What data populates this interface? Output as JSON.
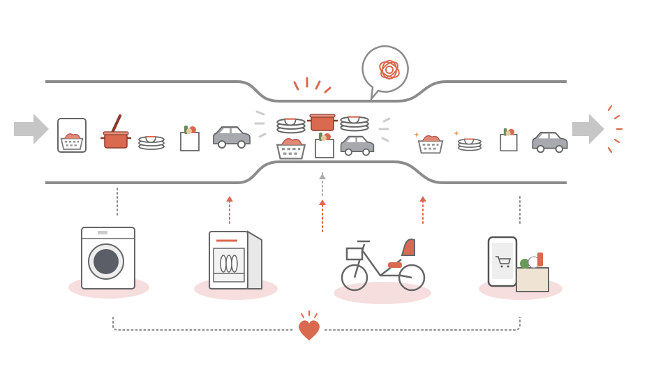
{
  "colors": {
    "line": "#8c8c8c",
    "accent": "#d9694f",
    "shadow": "#f7dede",
    "dot_connector": "#8c8c8c",
    "arrow": "#c6c6c6"
  },
  "flow": {
    "inflow_items": [
      "laundry-basket-icon",
      "frying-pan-icon",
      "plate-stack-icon",
      "grocery-bag-icon",
      "car-icon"
    ],
    "bottleneck_items": [
      "plate-stack-icon",
      "cooking-pot-icon",
      "laundry-basket-icon",
      "grocery-bag-icon",
      "car-icon"
    ],
    "outflow_items": [
      "laundry-basket-icon",
      "plate-stack-icon",
      "grocery-bag-icon",
      "car-icon"
    ],
    "thought_bubble": "tangled-scribble-icon"
  },
  "tools": [
    {
      "name": "washing-machine",
      "connector": "dotted-line"
    },
    {
      "name": "dishwasher",
      "connector": "arrow-up"
    },
    {
      "name": "electric-bicycle",
      "connector": "arrow-up"
    },
    {
      "name": "online-grocery",
      "connector": "dotted-line"
    }
  ],
  "footer": {
    "icon": "heart-icon"
  }
}
